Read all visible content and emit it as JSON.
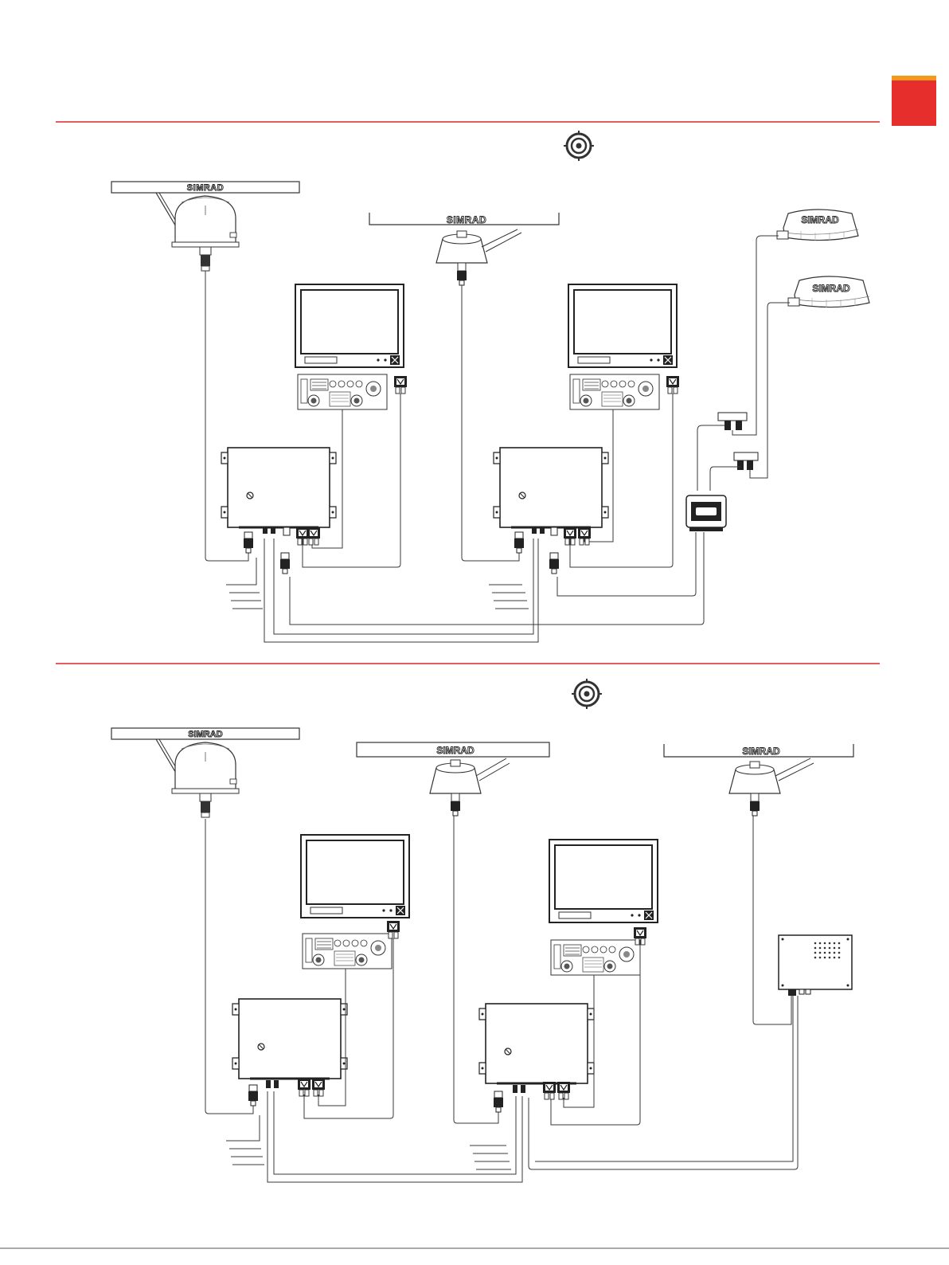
{
  "brand": {
    "antenna_label": "SIMRAD",
    "accent_color": "#e62e2d",
    "tab_top_color": "#f39a1e",
    "rule_color": "#d9262c",
    "line_color": "#3a3a3a"
  },
  "icons": {
    "section_icon": "radar-target-icon"
  },
  "sections": [
    {
      "open_arrays": [
        "open-array-antenna-1",
        "open-array-antenna-2"
      ],
      "radomes": [
        "radome-antenna-1",
        "radome-antenna-2"
      ],
      "displays": [
        "display-monitor-1",
        "display-monitor-2"
      ],
      "processors": [
        "processor-unit-1",
        "processor-unit-2"
      ],
      "network_hub": "ethernet-hub"
    },
    {
      "open_arrays": [
        "open-array-antenna-1",
        "open-array-antenna-2",
        "open-array-antenna-3"
      ],
      "displays": [
        "display-monitor-1",
        "display-monitor-2"
      ],
      "processors": [
        "processor-unit-1",
        "processor-unit-2"
      ],
      "interface_box": "radar-interface-box"
    }
  ],
  "footer": {
    "bottom_rule": true
  }
}
